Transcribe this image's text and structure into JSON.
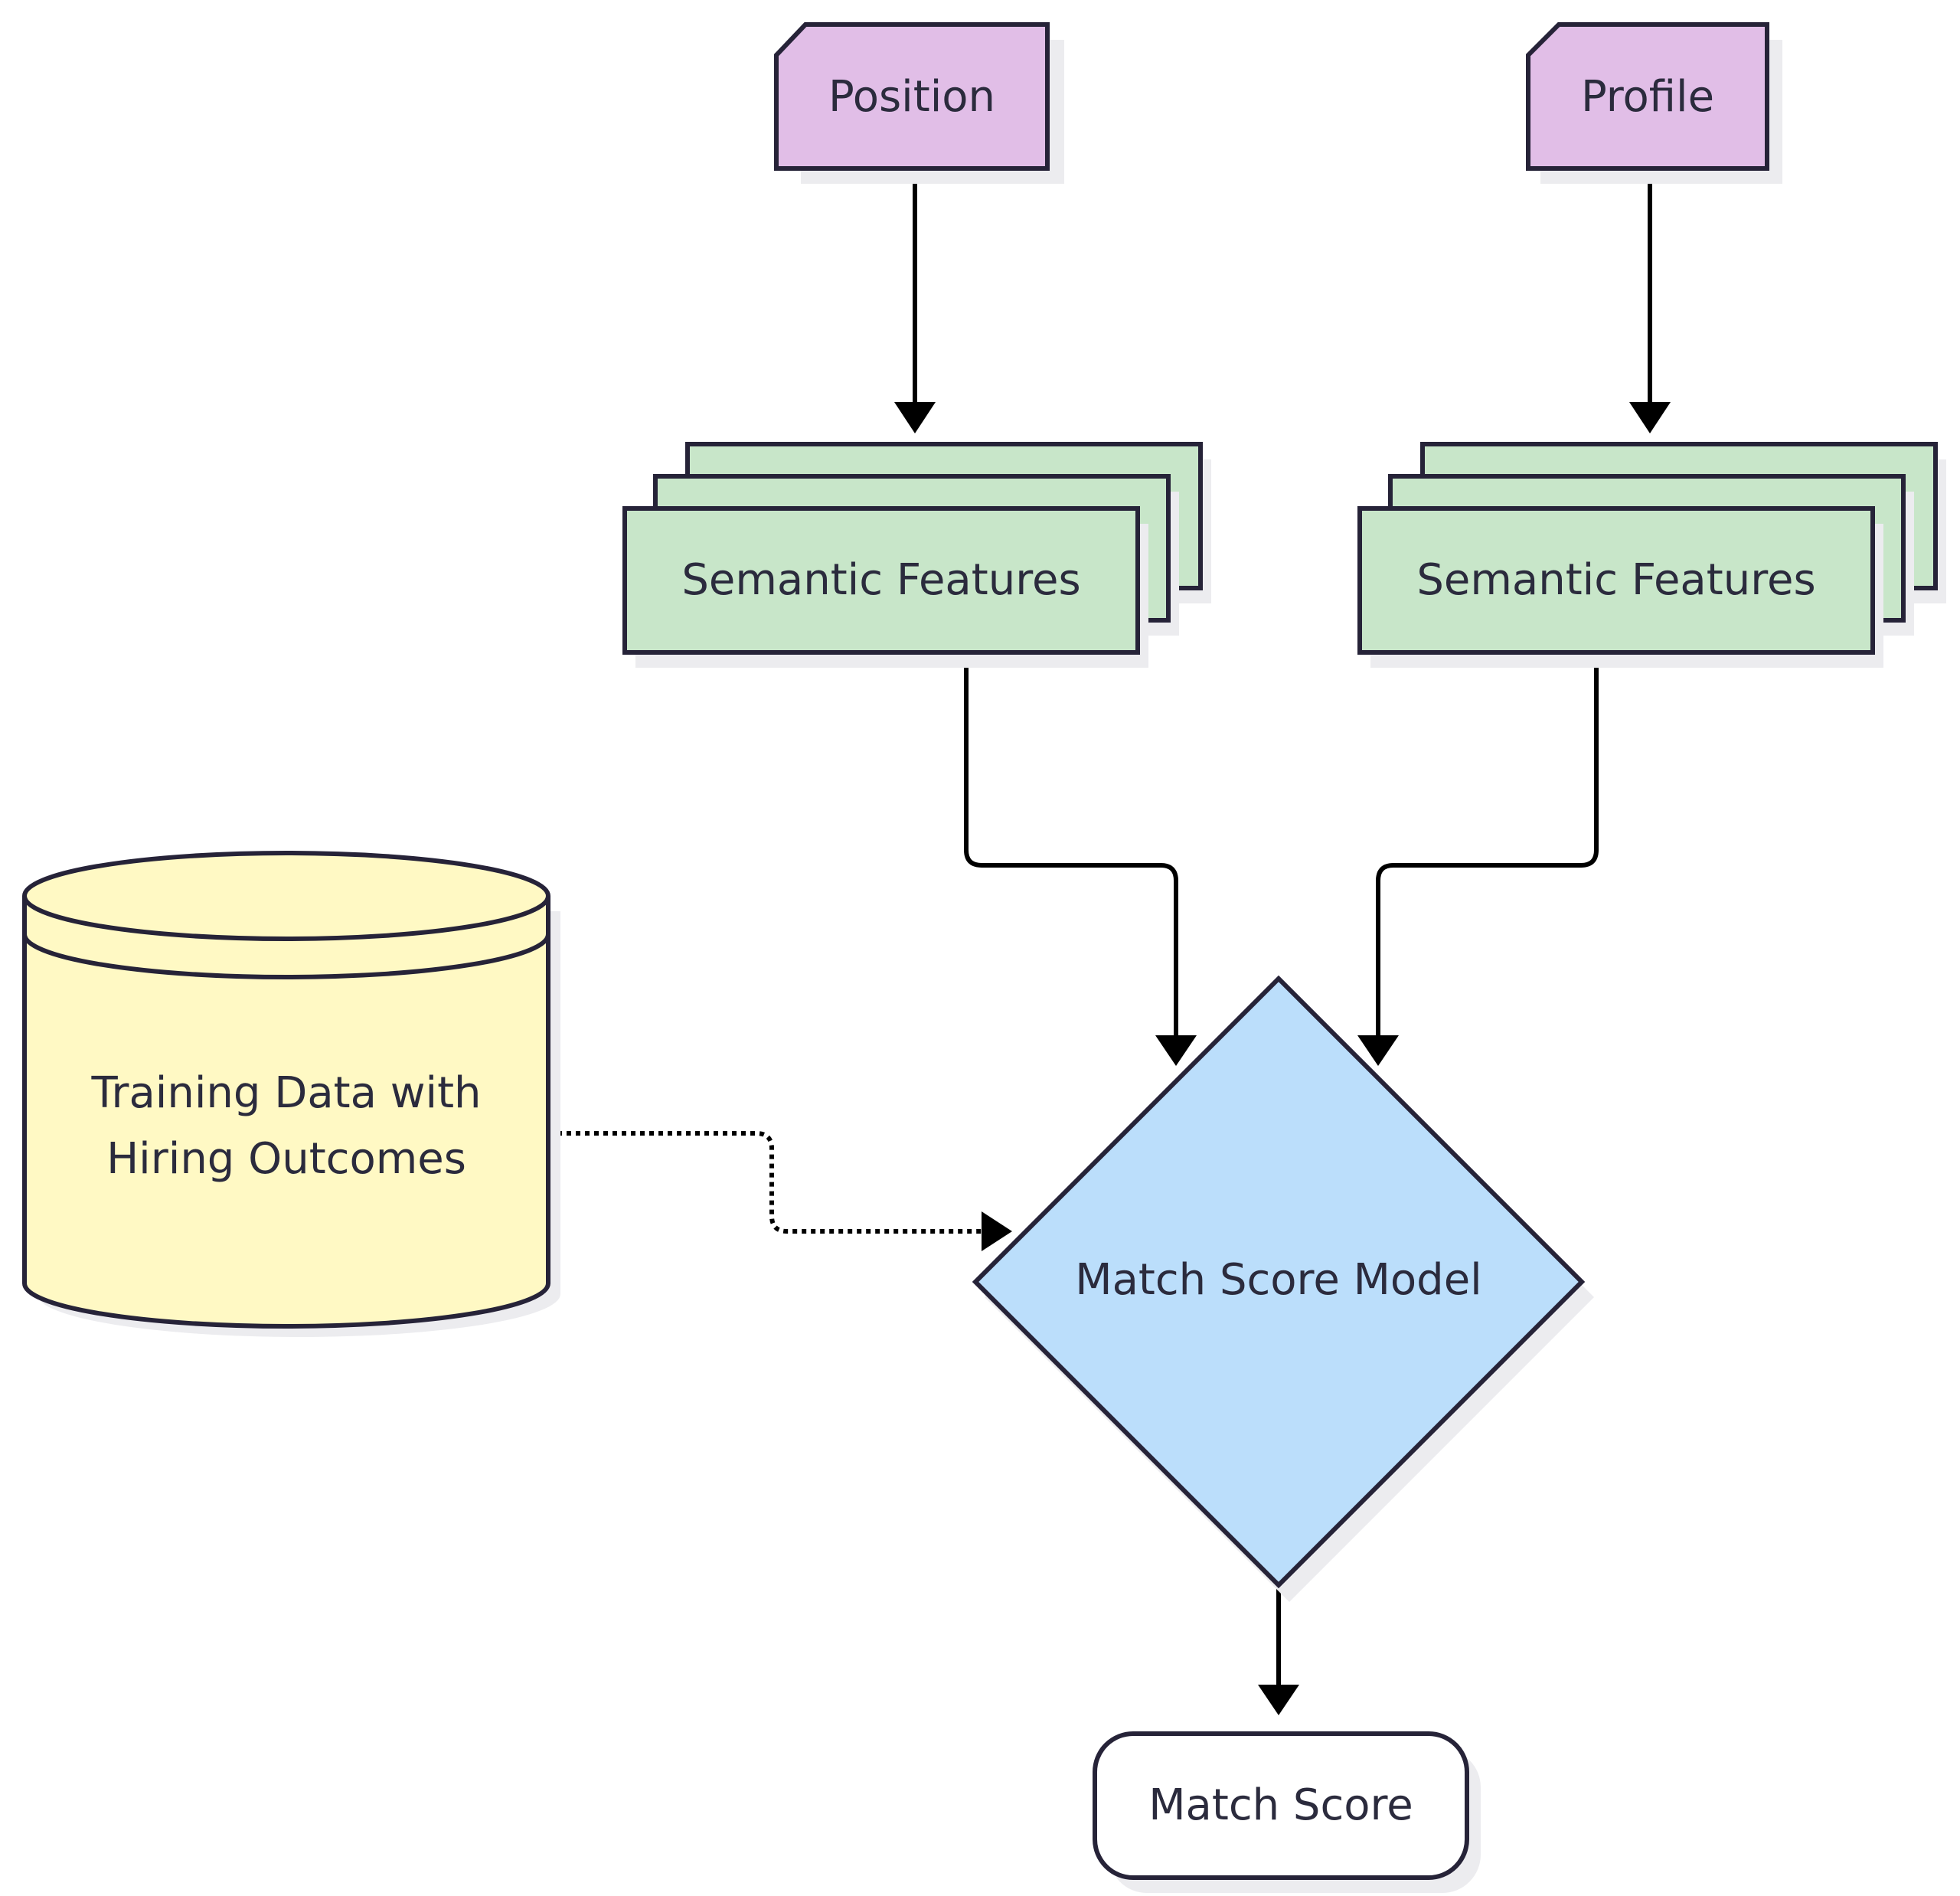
{
  "nodes": {
    "position": {
      "label": "Position",
      "fill": "#e1bee7"
    },
    "profile": {
      "label": "Profile",
      "fill": "#e1bee7"
    },
    "semantic_features_left": {
      "label": "Semantic Features",
      "fill": "#c8e6c9"
    },
    "semantic_features_right": {
      "label": "Semantic Features",
      "fill": "#c8e6c9"
    },
    "training_data": {
      "label_line1": "Training Data with",
      "label_line2": "Hiring Outcomes",
      "fill": "#fff9c4"
    },
    "match_score_model": {
      "label": "Match Score Model",
      "fill": "#bbdefb"
    },
    "match_score": {
      "label": "Match Score",
      "fill": "#ffffff"
    }
  },
  "edges": [
    {
      "from": "position",
      "to": "semantic_features_left",
      "style": "solid"
    },
    {
      "from": "profile",
      "to": "semantic_features_right",
      "style": "solid"
    },
    {
      "from": "semantic_features_left",
      "to": "match_score_model",
      "style": "solid"
    },
    {
      "from": "semantic_features_right",
      "to": "match_score_model",
      "style": "solid"
    },
    {
      "from": "training_data",
      "to": "match_score_model",
      "style": "dotted"
    },
    {
      "from": "match_score_model",
      "to": "match_score",
      "style": "solid"
    }
  ]
}
